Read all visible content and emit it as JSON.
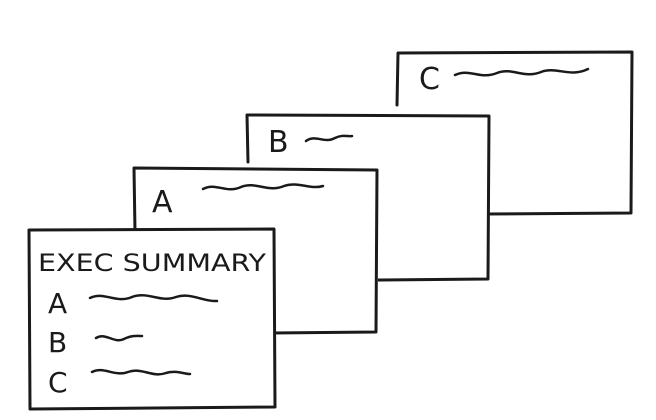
{
  "pages": [
    {
      "id": "page-c",
      "label": "C"
    },
    {
      "id": "page-b",
      "label": "B"
    },
    {
      "id": "page-a",
      "label": "A"
    }
  ],
  "summary": {
    "title": "EXEC SUMMARY",
    "items": [
      "A",
      "B",
      "C"
    ]
  },
  "colors": {
    "ink": "#1a1a1a",
    "paper": "#ffffff"
  }
}
